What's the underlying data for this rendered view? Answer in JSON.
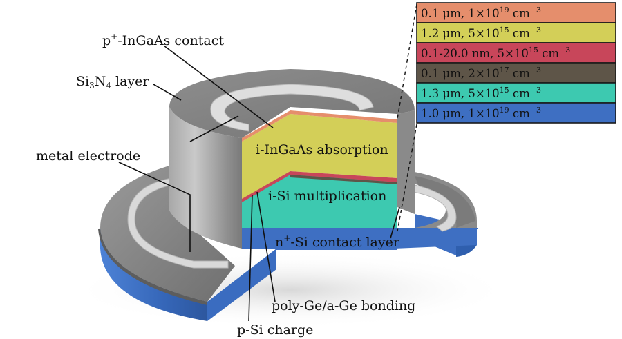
{
  "labels": {
    "contact": {
      "pre": "p",
      "sup": "+",
      "post": "-InGaAs contact"
    },
    "sin": {
      "a": "Si",
      "sub1": "3",
      "b": "N",
      "sub2": "4",
      "c": " layer"
    },
    "metal": "metal electrode",
    "absorption": "i-InGaAs absorption",
    "multiplication": "i-Si multiplication",
    "ncontact": {
      "pre": "n",
      "sup": "+",
      "post": "-Si contact layer"
    },
    "bonding": "poly-Ge/a-Ge bonding",
    "charge": "p-Si charge"
  },
  "legend": [
    {
      "thick": "0.1 μm, 1×10",
      "exp": "19",
      "unit": " cm",
      "uexp": "−3",
      "color": "#e58e6c"
    },
    {
      "thick": "1.2 μm, 5×10",
      "exp": "15",
      "unit": " cm",
      "uexp": "−3",
      "color": "#d3cf58"
    },
    {
      "thick": "0.1-20.0 nm, 5×10",
      "exp": "15",
      "unit": " cm",
      "uexp": "−3",
      "color": "#c8465a"
    },
    {
      "thick": "0.1 μm, 2×10",
      "exp": "17",
      "unit": " cm",
      "uexp": "−3",
      "color": "#5e5548"
    },
    {
      "thick": "1.3 μm, 5×10",
      "exp": "15",
      "unit": " cm",
      "uexp": "−3",
      "color": "#3dc9b0"
    },
    {
      "thick": "1.0 μm, 1×10",
      "exp": "19",
      "unit": " cm",
      "uexp": "−3",
      "color": "#3e6fc2"
    }
  ],
  "colors": {
    "substrate": "#3e6fc2",
    "multiplication": "#3dc9b0",
    "absorption": "#d3cf58",
    "contact": "#e58e6c",
    "bonding": "#c8465a",
    "charge": "#5e5548",
    "nitride": "#8d8d8d",
    "electrode": "#d9d9d9"
  }
}
